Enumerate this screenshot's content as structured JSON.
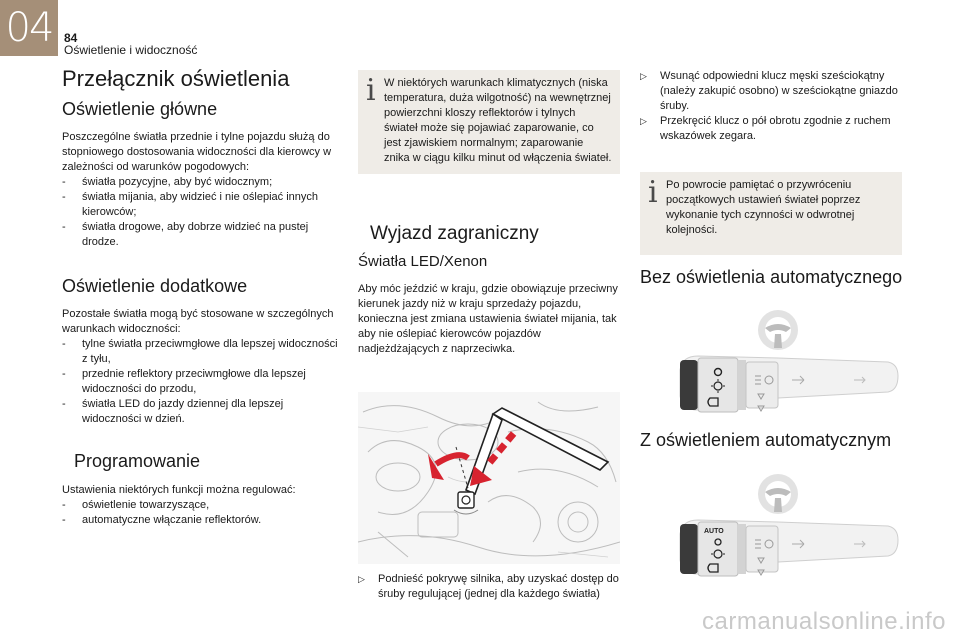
{
  "header": {
    "chapter": "04",
    "page_number": "84",
    "section": "Oświetlenie i widoczność"
  },
  "col1": {
    "title": "Przełącznik oświetlenia",
    "main": {
      "heading": "Oświetlenie główne",
      "text": "Poszczególne światła przednie i tylne pojazdu służą do stopniowego dostosowania widoczności dla kierowcy w zależności od warunków pogodowych:",
      "items": [
        "światła pozycyjne, aby być widocznym;",
        "światła mijania, aby widzieć i nie oślepiać innych kierowców;",
        "światła drogowe, aby dobrze widzieć na pustej drodze."
      ]
    },
    "extra": {
      "heading": "Oświetlenie dodatkowe",
      "text": "Pozostałe światła mogą być stosowane w szczególnych warunkach widoczności:",
      "items": [
        "tylne światła przeciwmgłowe dla lepszej widoczności z tyłu,",
        "przednie reflektory przeciwmgłowe dla lepszej widoczności do przodu,",
        "światła LED do jazdy dziennej dla lepszej widoczności w dzień."
      ]
    },
    "prog": {
      "heading": "Programowanie",
      "text": "Ustawienia niektórych funkcji można regulować:",
      "items": [
        "oświetlenie towarzyszące,",
        "automatyczne włączanie reflektorów."
      ]
    }
  },
  "col2": {
    "info": "W niektórych warunkach klimatycznych (niska temperatura, duża wilgotność) na wewnętrznej powierzchni kloszy reflektorów i tylnych świateł może się pojawiać zaparowanie, co jest zjawiskiem normalnym; zaparowanie znika w ciągu kilku minut od włączenia świateł.",
    "heading": "Wyjazd zagraniczny",
    "subheading": "Światła LED/Xenon",
    "text": "Aby móc jeździć w kraju, gdzie obowiązuje przeciwny kierunek jazdy niż w kraju sprzedaży pojazdu, konieczna jest zmiana ustawienia świateł mijania, tak aby nie oślepiać kierowców pojazdów nadjeżdżających z naprzeciwka.",
    "step": "Podnieść pokrywę silnika, aby uzyskać dostęp do śruby regulującej (jednej dla każdego światła)"
  },
  "col3": {
    "steps": [
      "Wsunąć odpowiedni klucz męski sześciokątny (należy zakupić osobno) w sześciokątne gniazdo śruby.",
      "Przekręcić klucz o pół obrotu zgodnie z ruchem wskazówek zegara."
    ],
    "info": "Po powrocie pamiętać o przywróceniu początkowych ustawień świateł poprzez wykonanie tych czynności w odwrotnej kolejności.",
    "heading_manual": "Bez oświetlenia automatycznego",
    "heading_auto": "Z oświetleniem automatycznym",
    "auto_label": "AUTO"
  },
  "watermark": "carmanualsonline.info",
  "colors": {
    "tab": "#a58f78",
    "info_bg": "#efece7",
    "arrow_red": "#d7232f"
  }
}
